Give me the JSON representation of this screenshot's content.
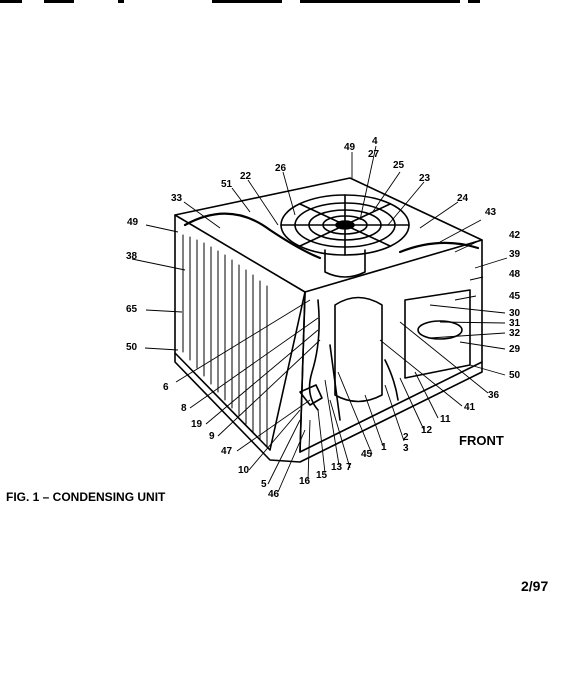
{
  "caption": "FIG. 1 – CONDENSING UNIT",
  "front_label": "FRONT",
  "date_code": "2/97",
  "callouts": [
    {
      "id": "49a",
      "text": "49"
    },
    {
      "id": "4",
      "text": "4"
    },
    {
      "id": "27",
      "text": "27"
    },
    {
      "id": "26",
      "text": "26"
    },
    {
      "id": "25",
      "text": "25"
    },
    {
      "id": "22",
      "text": "22"
    },
    {
      "id": "23",
      "text": "23"
    },
    {
      "id": "51",
      "text": "51"
    },
    {
      "id": "33",
      "text": "33"
    },
    {
      "id": "24",
      "text": "24"
    },
    {
      "id": "43",
      "text": "43"
    },
    {
      "id": "49b",
      "text": "49"
    },
    {
      "id": "42",
      "text": "42"
    },
    {
      "id": "38",
      "text": "38"
    },
    {
      "id": "39",
      "text": "39"
    },
    {
      "id": "48",
      "text": "48"
    },
    {
      "id": "45a",
      "text": "45"
    },
    {
      "id": "65",
      "text": "65"
    },
    {
      "id": "30",
      "text": "30"
    },
    {
      "id": "31",
      "text": "31"
    },
    {
      "id": "32",
      "text": "32"
    },
    {
      "id": "50a",
      "text": "50"
    },
    {
      "id": "29",
      "text": "29"
    },
    {
      "id": "6a",
      "text": "6"
    },
    {
      "id": "50b",
      "text": "50"
    },
    {
      "id": "8",
      "text": "8"
    },
    {
      "id": "36",
      "text": "36"
    },
    {
      "id": "19",
      "text": "19"
    },
    {
      "id": "41",
      "text": "41"
    },
    {
      "id": "11",
      "text": "11"
    },
    {
      "id": "9",
      "text": "9"
    },
    {
      "id": "12",
      "text": "12"
    },
    {
      "id": "2",
      "text": "2"
    },
    {
      "id": "3",
      "text": "3"
    },
    {
      "id": "47",
      "text": "47"
    },
    {
      "id": "45b",
      "text": "45"
    },
    {
      "id": "1",
      "text": "1"
    },
    {
      "id": "7",
      "text": "7"
    },
    {
      "id": "13",
      "text": "13"
    },
    {
      "id": "10",
      "text": "10"
    },
    {
      "id": "15",
      "text": "15"
    },
    {
      "id": "5",
      "text": "5"
    },
    {
      "id": "16",
      "text": "16"
    },
    {
      "id": "46",
      "text": "46"
    }
  ]
}
